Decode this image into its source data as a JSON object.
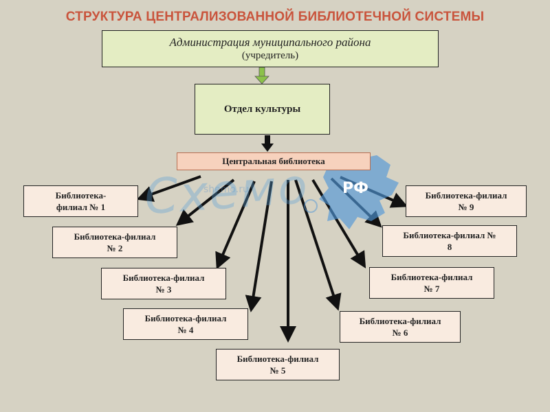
{
  "title": "СТРУКТУРА ЦЕНТРАЛИЗОВАННОЙ БИБЛИОТЕЧНОЙ СИСТЕМЫ",
  "admin": {
    "line1": "Администрация муниципального района",
    "line2": "(учредитель)"
  },
  "department": "Отдел  культуры",
  "central": "Центральная библиотека",
  "branches": [
    {
      "line1": "Библиотека-",
      "line2": "филиал № 1"
    },
    {
      "line1": "Библиотека-филиал",
      "line2": "№ 2"
    },
    {
      "line1": "Библиотека-филиал",
      "line2": "№ 3"
    },
    {
      "line1": "Библиотека-филиал",
      "line2": "№ 4"
    },
    {
      "line1": "Библиотека-филиал",
      "line2": "№ 5"
    },
    {
      "line1": "Библиотека-филиал",
      "line2": "№ 6"
    },
    {
      "line1": "Библиотека-филиал",
      "line2": "№ 7"
    },
    {
      "line1": "Библиотека-филиал №",
      "line2": "8"
    },
    {
      "line1": "Библиотека-филиал",
      "line2": "№ 9"
    }
  ],
  "watermark": {
    "text": "Схемо",
    "badge": "РФ",
    "url": "shemo.ru"
  },
  "colors": {
    "title": "#c9543c",
    "top_boxes": "#e4edc3",
    "central": "#f7d2bd",
    "branches": "#f9ebe0",
    "background": "#d6d2c3"
  }
}
